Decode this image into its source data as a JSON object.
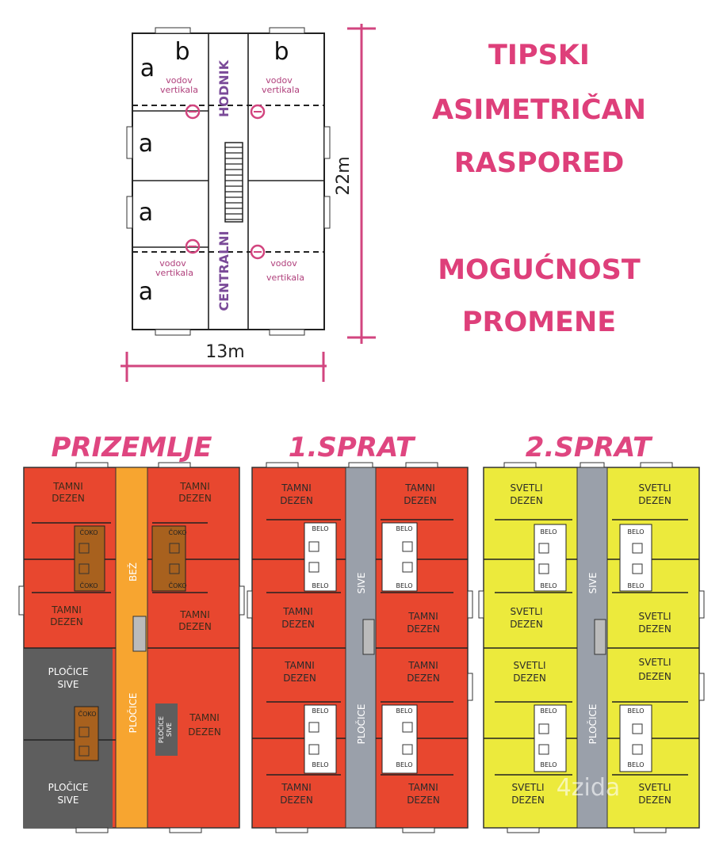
{
  "title": {
    "line1": "TIPSKI",
    "line2": "ASIMETRIČAN",
    "line3": "RASPORED",
    "line4": "MOGUĆNOST",
    "line5": "PROMENE"
  },
  "top_plan": {
    "dim_width": "13m",
    "dim_height": "22m",
    "corridor_top": "HODNIK",
    "corridor_bottom": "CENTRALNI",
    "riser_line1": "vodov",
    "riser_line2": "vertikala",
    "unit_a": "a",
    "unit_b": "b"
  },
  "floors": {
    "ground": {
      "title": "PRIZEMLJE",
      "room_dark_l1": "TAMNI",
      "room_dark_l2": "DEZEN",
      "room_gray_l1": "PLOČICE",
      "room_gray_l2": "SIVE",
      "bath": "ČOKO",
      "corridor_top": "BEŽ",
      "corridor_bottom": "PLOČICE",
      "small_box_l1": "PLOČICE",
      "small_box_l2": "SIVE"
    },
    "first": {
      "title": "1.SPRAT",
      "room_l1": "TAMNI",
      "room_l2": "DEZEN",
      "bath": "BELO",
      "corridor_top": "SIVE",
      "corridor_bottom": "PLOČICE"
    },
    "second": {
      "title": "2.SPRAT",
      "room_l1": "SVETLI",
      "room_l2": "DEZEN",
      "bath": "BELO",
      "corridor_top": "SIVE",
      "corridor_bottom": "PLOČICE"
    }
  },
  "watermark": "4zida",
  "colors": {
    "pink": "#de3f7a",
    "red": "#e8472f",
    "orange": "#f7a530",
    "gray_tile": "#5e5e5e",
    "corridor_gray": "#9aa0aa",
    "yellow": "#ecea3c",
    "choco": "#a8611e"
  }
}
